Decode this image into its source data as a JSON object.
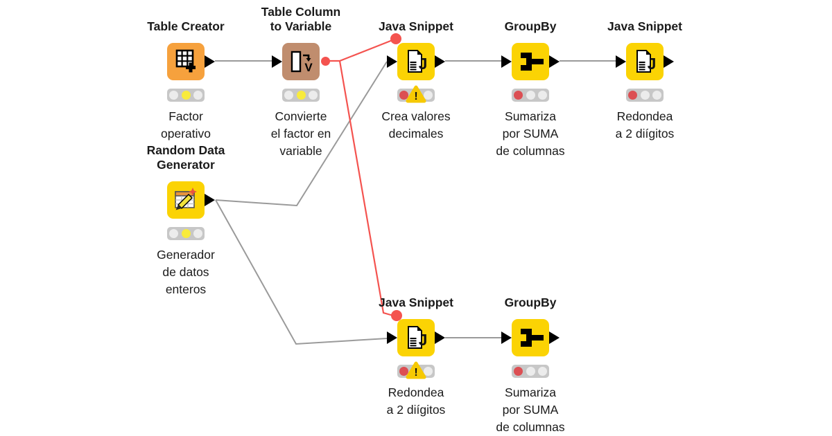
{
  "colors": {
    "node_yellow": "#FBD304",
    "node_orange": "#F6A13D",
    "node_tan": "#C08D6E",
    "line_gray": "#9A9A9A",
    "flow_red": "#F4534F",
    "light_bg": "#C7C7C7",
    "light_off": "#ECECEC",
    "light_yellow": "#F8EB3C",
    "light_red": "#DC4F53",
    "warn_yellow": "#F6C903",
    "icon_orange_header": "#E8943C",
    "icon_pencil_yellow": "#F2E33B"
  },
  "nodes": [
    {
      "title": "Table Creator",
      "label": "Factor\noperativo",
      "status_light": "yellow",
      "warning": false
    },
    {
      "title": "Table Column\nto Variable",
      "label": "Convierte\nel factor en\nvariable",
      "status_light": "yellow",
      "warning": false
    },
    {
      "title": "Java Snippet",
      "label": "Crea valores\ndecimales",
      "status_light": "red",
      "warning": true
    },
    {
      "title": "GroupBy",
      "label": "Sumariza\npor SUMA\nde columnas",
      "status_light": "red",
      "warning": false
    },
    {
      "title": "Java Snippet",
      "label": "Redondea\na 2 diígitos",
      "status_light": "red",
      "warning": false
    },
    {
      "title": "Random Data\nGenerator",
      "label": "Generador\nde datos\nenteros",
      "status_light": "yellow",
      "warning": false
    },
    {
      "title": "Java Snippet",
      "label": "Redondea\na 2 diígitos",
      "status_light": "red",
      "warning": true
    },
    {
      "title": "GroupBy",
      "label": "Sumariza\npor SUMA\nde columnas",
      "status_light": "red",
      "warning": false
    }
  ],
  "connections": [
    {
      "from": "Table Creator",
      "to": "Table Column to Variable",
      "type": "data"
    },
    {
      "from": "Table Column to Variable",
      "to": "Java Snippet (Crea valores decimales)",
      "type": "flow-variable"
    },
    {
      "from": "Table Column to Variable",
      "to": "Java Snippet (Redondea a 2 diígitos, bottom)",
      "type": "flow-variable"
    },
    {
      "from": "Random Data Generator",
      "to": "Java Snippet (Crea valores decimales)",
      "type": "data"
    },
    {
      "from": "Random Data Generator",
      "to": "Java Snippet (Redondea a 2 diígitos, bottom)",
      "type": "data"
    },
    {
      "from": "Java Snippet (Crea valores decimales)",
      "to": "GroupBy (top)",
      "type": "data"
    },
    {
      "from": "GroupBy (top)",
      "to": "Java Snippet (Redondea a 2 diígitos, top)",
      "type": "data"
    },
    {
      "from": "Java Snippet (Redondea a 2 diígitos, bottom)",
      "to": "GroupBy (bottom)",
      "type": "data"
    }
  ],
  "warning_glyph": "!"
}
